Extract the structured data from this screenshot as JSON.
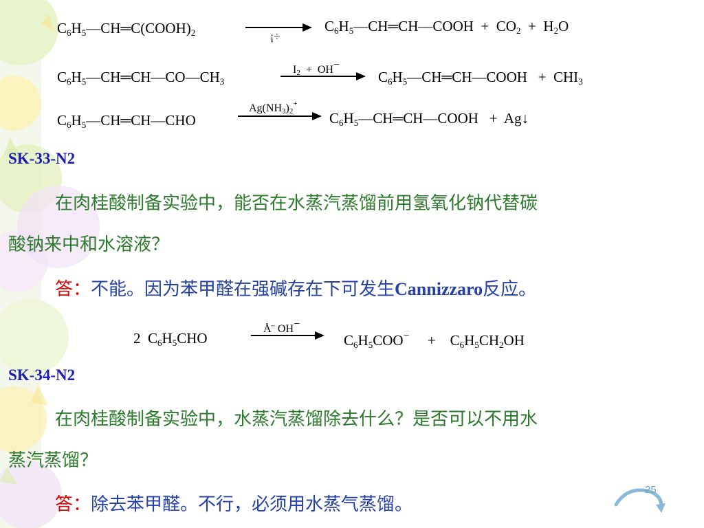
{
  "reactions": [
    {
      "reactant": "C6H5—CH═C(COOH)2",
      "condition": "¡÷",
      "product": "C6H5—CH═CH—COOH + CO2 + H2O"
    },
    {
      "reactant": "C6H5—CH═CH—CO—CH3",
      "condition": "I2 + OH−",
      "product": "C6H5—CH═CH—COOH + CHI3"
    },
    {
      "reactant": "C6H5—CH═CH—CHO",
      "condition": "Ag(NH3)2+",
      "product": "C6H5—CH═CH—COOH + Ag↓"
    }
  ],
  "questions": [
    {
      "code": "SK-33-N2",
      "question_line1": "在肉桂酸制备实验中，能否在水蒸汽蒸馏前用氢氧化钠代替碳",
      "question_line2": "酸钠来中和水溶液？",
      "answer_label": "答：",
      "answer_text_before": "不能。因为苯甲醛在强碱存在下可发生",
      "answer_text_bold": "Cannizzaro",
      "answer_text_after": "反应。",
      "reaction": {
        "reactant": "2 C6H5CHO",
        "condition": "Å¨ OH−",
        "product": "C6H5COO− + C6H5CH2OH"
      }
    },
    {
      "code": "SK-34-N2",
      "question_line1": "在肉桂酸制备实验中，水蒸汽蒸馏除去什么？是否可以不用水",
      "question_line2": "蒸汽蒸馏？",
      "answer_label": "答：",
      "answer_text": "除去苯甲醛。不行，必须用水蒸气蒸馏。"
    }
  ],
  "page_number": "25",
  "colors": {
    "code": "#1b1bb3",
    "question": "#2c7a2c",
    "answer_label": "#e00000",
    "answer": "#2540a8"
  }
}
